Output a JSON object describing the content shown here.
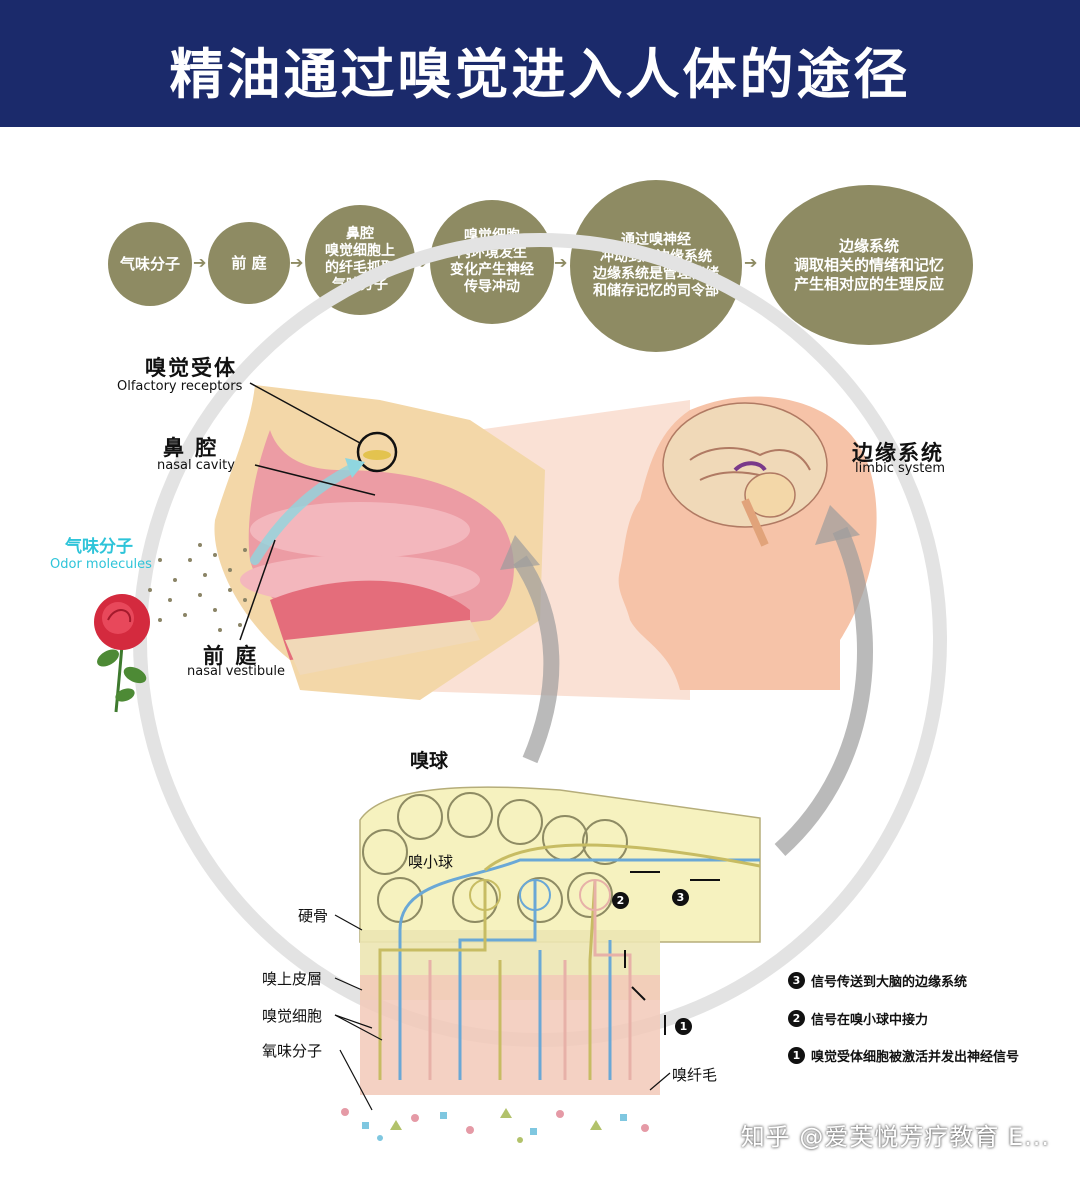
{
  "title": "精油通过嗅觉进入人体的途径",
  "flow_steps": [
    "气味分子",
    "前 庭",
    "鼻腔\n嗅觉细胞上\n的纤毛抓取\n气味分子",
    "嗅觉细胞\n内环境发生\n变化产生神经\n传导冲动",
    "通过嗅神经\n冲动到达边缘系统\n边缘系统是管理情绪\n和储存记忆的司令部",
    "边缘系统\n调取相关的情绪和记忆\n产生相对应的生理反应"
  ],
  "anatomy_labels": {
    "olfactory_receptors_zh": "嗅觉受体",
    "olfactory_receptors_en": "Olfactory receptors",
    "nasal_cavity_zh": "鼻 腔",
    "nasal_cavity_en": "nasal cavity",
    "odor_molecules_zh": "气味分子",
    "odor_molecules_en": "Odor molecules",
    "nasal_vestibule_zh": "前 庭",
    "nasal_vestibule_en": "nasal vestibule",
    "limbic_zh": "边缘系统",
    "limbic_en": "limbic system"
  },
  "bulb_labels": {
    "olfactory_bulb": "嗅球",
    "glomerulus": "嗅小球",
    "hard_bone": "硬骨",
    "epithelium": "嗅上皮層",
    "olfactory_cells": "嗅觉细胞",
    "odor_molecules": "氧味分子",
    "cilia": "嗅纤毛"
  },
  "step_numbers": [
    "1",
    "2",
    "3"
  ],
  "legend": [
    {
      "num": "3",
      "text": "信号传送到大脑的边缘系统"
    },
    {
      "num": "2",
      "text": "信号在嗅小球中接力"
    },
    {
      "num": "1",
      "text": "嗅觉受体细胞被激活并发出神经信号"
    }
  ],
  "watermark": "知乎 @爱芙悦芳疗教育 E...",
  "colors": {
    "header_bg": "#1b2a6b",
    "circle_fill": "#8e8b63",
    "odor_cyan": "#2ec4d9",
    "bulb_fill": "#f6f2bf"
  }
}
